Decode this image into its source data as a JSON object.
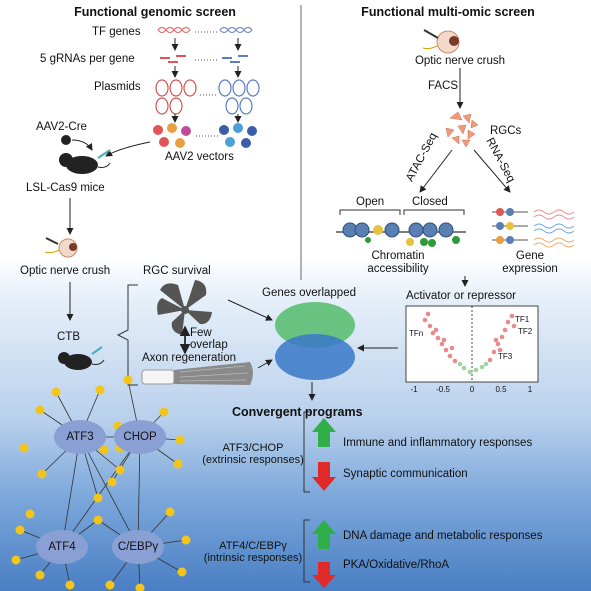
{
  "left_panel": {
    "title": "Functional genomic screen",
    "tf_genes": "TF genes",
    "grnas": "5 gRNAs per gene",
    "plasmids": "Plasmids",
    "aav2_cre": "AAV2-Cre",
    "aav2_vectors": "AAV2 vectors",
    "mice": "LSL-Cas9 mice",
    "crush": "Optic nerve crush",
    "ctb": "CTB"
  },
  "right_panel": {
    "title": "Functional multi-omic screen",
    "crush": "Optic nerve crush",
    "facs": "FACS",
    "rgcs": "RGCs",
    "atac": "ATAC-Seq",
    "rna": "RNA-Seq",
    "open": "Open",
    "closed": "Closed",
    "chromatin": "Chromatin accessibility",
    "gene_expr": "Gene expression",
    "activator": "Activator or repressor"
  },
  "middle": {
    "rgc_survival": "RGC survival",
    "few_overlap": "Few overlap",
    "axon_regen": "Axon regeneration",
    "genes_overlapped": "Genes overlapped"
  },
  "volcano": {
    "labels": [
      "TFn",
      "TF1",
      "TF2",
      "TF3"
    ],
    "x_ticks": [
      "-1",
      "-0.5",
      "0",
      "0.5",
      "1"
    ]
  },
  "bottom": {
    "convergent": "Convergent programs",
    "nodes": [
      "ATF3",
      "CHOP",
      "ATF4",
      "C/EBPγ"
    ],
    "group1_name": "ATF3/CHOP",
    "group1_sub": "(extrinsic responses)",
    "group1_up": "Immune and inflammatory responses",
    "group1_down": "Synaptic communication",
    "group2_name": "ATF4/C/EBPγ",
    "group2_sub": "(intrinsic responses)",
    "group2_up": "DNA damage and metabolic responses",
    "group2_down": "PKA/Oxidative/RhoA"
  },
  "colors": {
    "up_arrow": "#2fae4a",
    "down_arrow": "#e02a2a",
    "venn_top": "#5bbf73",
    "venn_bottom": "#3a78c9",
    "node_fill": "#8a9fd3",
    "leaf_node": "#f2c518",
    "volcano_point": "#e88a8a",
    "volcano_green": "#9fd59f"
  }
}
